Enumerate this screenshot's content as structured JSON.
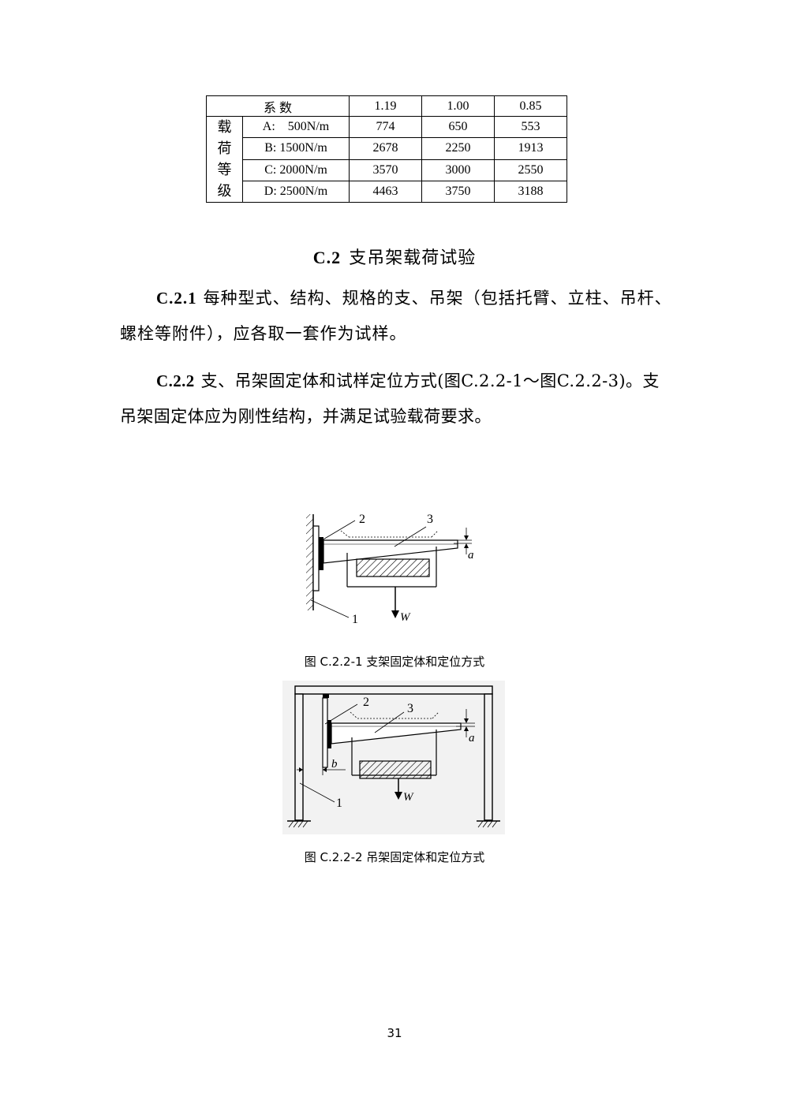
{
  "table": {
    "header_label": "系 数",
    "coefficients": [
      "1.19",
      "1.00",
      "0.85"
    ],
    "grade_label": [
      "载",
      "荷",
      "等",
      "级"
    ],
    "rows": [
      {
        "label": "A:    500N/m",
        "values": [
          "774",
          "650",
          "553"
        ]
      },
      {
        "label": "B: 1500N/m",
        "values": [
          "2678",
          "2250",
          "1913"
        ]
      },
      {
        "label": "C: 2000N/m",
        "values": [
          "3570",
          "3000",
          "2550"
        ]
      },
      {
        "label": "D: 2500N/m",
        "values": [
          "4463",
          "3750",
          "3188"
        ]
      }
    ]
  },
  "section": {
    "number": "C.2",
    "title": "支吊架载荷试验"
  },
  "paragraphs": [
    {
      "number": "C.2.1",
      "text": "每种型式、结构、规格的支、吊架（包括托臂、立柱、吊杆、螺栓等附件），应各取一套作为试样。"
    },
    {
      "number": "C.2.2",
      "text": "支、吊架固定体和试样定位方式(图C.2.2-1～图C.2.2-3)。支吊架固定体应为刚性结构，并满足试验载荷要求。"
    }
  ],
  "figure1": {
    "labels": {
      "one": "1",
      "two": "2",
      "three": "3",
      "a": "a",
      "w": "W"
    },
    "caption": "图 C.2.2-1  支架固定体和定位方式"
  },
  "figure2": {
    "labels": {
      "one": "1",
      "two": "2",
      "three": "3",
      "a": "a",
      "b": "b",
      "w": "W"
    },
    "caption": "图 C.2.2-2   吊架固定体和定位方式"
  },
  "page_number": "31"
}
